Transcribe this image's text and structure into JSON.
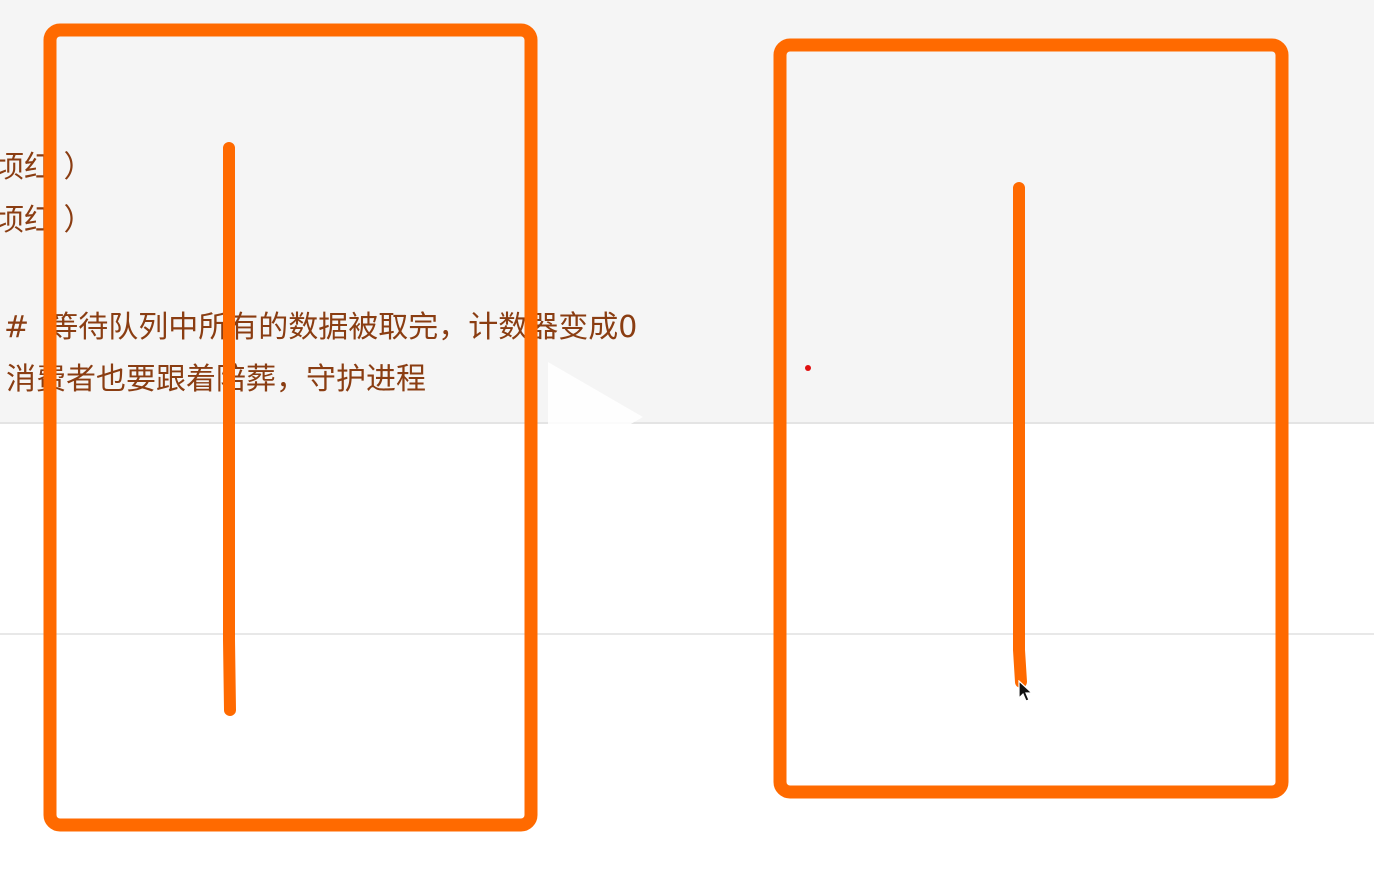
{
  "code": {
    "lines": [
      "顷红 ）",
      "顷红 ）",
      "#  等待队列中所有的数据被取完，计数器变成0",
      "消费者也要跟着陪葬，守护进程"
    ]
  },
  "annotations": {
    "stroke_color": "#ff6a00",
    "dot_color": "#e01010"
  },
  "icons": {
    "play": "play-icon",
    "cursor": "mouse-pointer-icon"
  }
}
